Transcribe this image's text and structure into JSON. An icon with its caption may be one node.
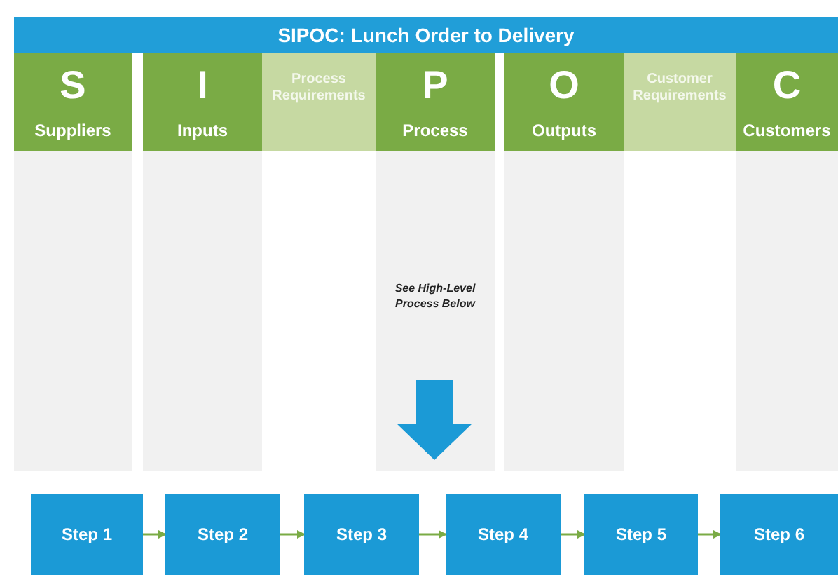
{
  "diagram": {
    "title": "SIPOC: Lunch Order to Delivery",
    "nodes": [
      {
        "text": [
          "S",
          "Suppliers"
        ]
      },
      {
        "text": [
          "I",
          "Inputs"
        ]
      },
      {
        "text": [
          "Process Requirements"
        ]
      },
      {
        "text": [
          "P",
          "Process"
        ]
      },
      {
        "text": [
          "O",
          "Outputs"
        ]
      },
      {
        "text": [
          "Customer Requirements"
        ]
      },
      {
        "text": [
          "C",
          "Customers"
        ]
      },
      {
        "text": [
          "Step 1"
        ]
      },
      {
        "text": [
          "Step 2"
        ]
      },
      {
        "text": [
          "Step 3"
        ]
      },
      {
        "text": [
          "Step 4"
        ]
      },
      {
        "text": [
          "Step 5"
        ]
      },
      {
        "text": [
          "Step 6"
        ]
      }
    ],
    "edges": [
      {
        "from": 7,
        "to": 8,
        "arrow": "to"
      },
      {
        "from": 8,
        "to": 9,
        "arrow": "to"
      },
      {
        "from": 9,
        "to": 10,
        "arrow": "to"
      },
      {
        "from": 10,
        "to": 11,
        "arrow": "to"
      },
      {
        "from": 11,
        "to": 12,
        "arrow": "to"
      }
    ],
    "labels": [
      "See High-Level Process Below"
    ]
  }
}
